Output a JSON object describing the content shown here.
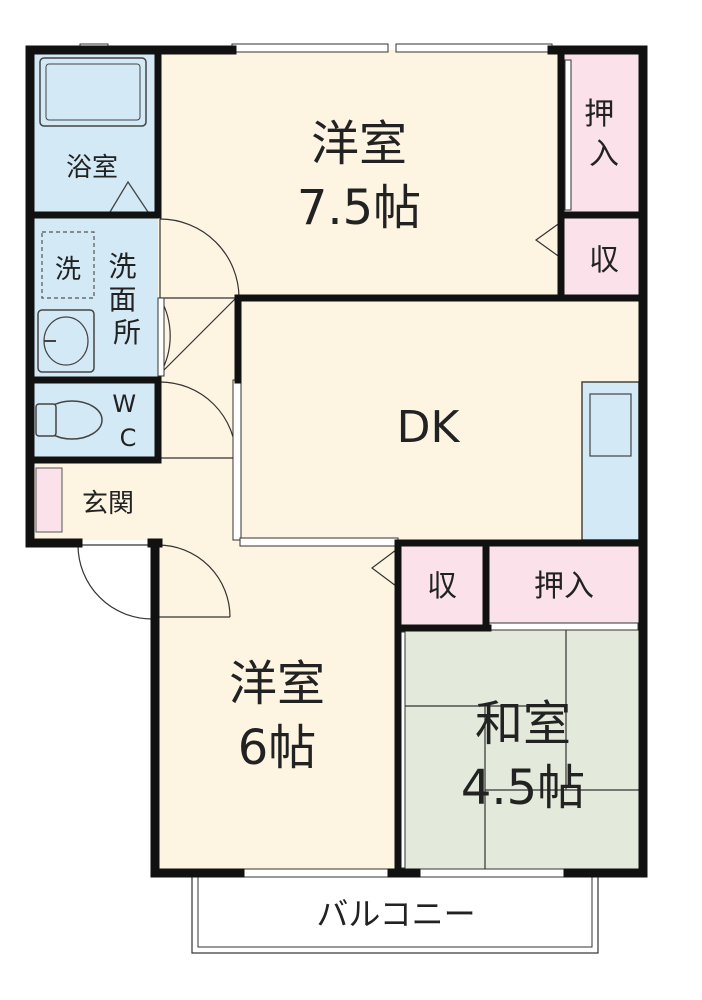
{
  "rooms": {
    "bath": "浴室",
    "western_large": {
      "name": "洋室",
      "size": "7.5帖"
    },
    "closet_top": "押\n入",
    "storage_top": "収",
    "washer": "洗",
    "washroom": "洗\n面\n所",
    "wc": "W\nC",
    "dk": "DK",
    "entrance": "玄関",
    "storage_mid": "収",
    "closet_mid": "押入",
    "western_small": {
      "name": "洋室",
      "size": "6帖"
    },
    "japanese": {
      "name": "和室",
      "size": "4.5帖"
    },
    "balcony": "バルコニー"
  },
  "colors": {
    "wall": "#111111",
    "western_floor": "#fdf4e2",
    "wet_area": "#d3e9f6",
    "closet": "#fbe2ea",
    "tatami": "#e3eadb",
    "balcony": "#ffffff"
  }
}
